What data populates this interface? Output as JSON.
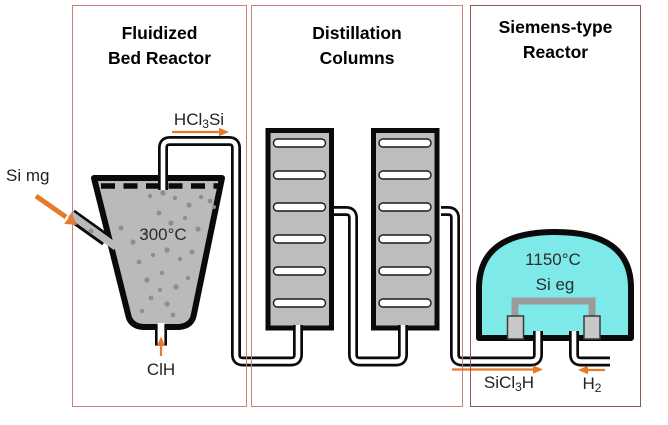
{
  "panels": [
    {
      "line1": "Fluidized",
      "line2": "Bed Reactor"
    },
    {
      "line1": "Distillation",
      "line2": "Columns"
    },
    {
      "line1": "Siemens-type",
      "line2": "Reactor"
    }
  ],
  "labels": {
    "si_mg": "Si mg",
    "hcl3si": {
      "pre": "HCl",
      "sub": "3",
      "post": "Si"
    },
    "fbr_temp": "300°C",
    "clh": "ClH",
    "siemens_temp": "1150°C",
    "si_eg": "Si eg",
    "sicl3h": {
      "pre": "SiCl",
      "sub": "3",
      "post": "H"
    },
    "h2": {
      "pre": "H",
      "sub": "2",
      "post": ""
    }
  },
  "colors": {
    "panel_border": "#c5837b",
    "panel_border_dark": "#8f5a50",
    "arrow_orange": "#e8792a",
    "vessel_gray": "#bababa",
    "dome_cyan": "#7de9e9",
    "outline_black": "#0a0a0a"
  }
}
